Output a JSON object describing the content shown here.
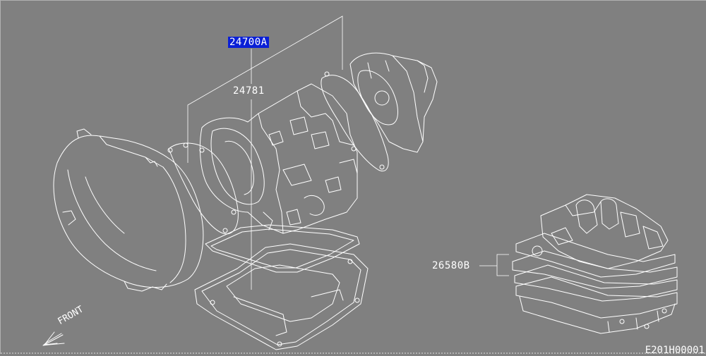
{
  "diagram": {
    "callouts": [
      {
        "id": "24700A",
        "label": "24700A",
        "selected": true
      },
      {
        "id": "24781",
        "label": "24781",
        "selected": false
      },
      {
        "id": "26580B",
        "label": "26580B",
        "selected": false
      }
    ],
    "front_label": "FRONT",
    "figure_id": "E201H00001",
    "colors": {
      "background": "#808080",
      "line": "#ffffff",
      "highlight": "#0a1fd6"
    }
  }
}
